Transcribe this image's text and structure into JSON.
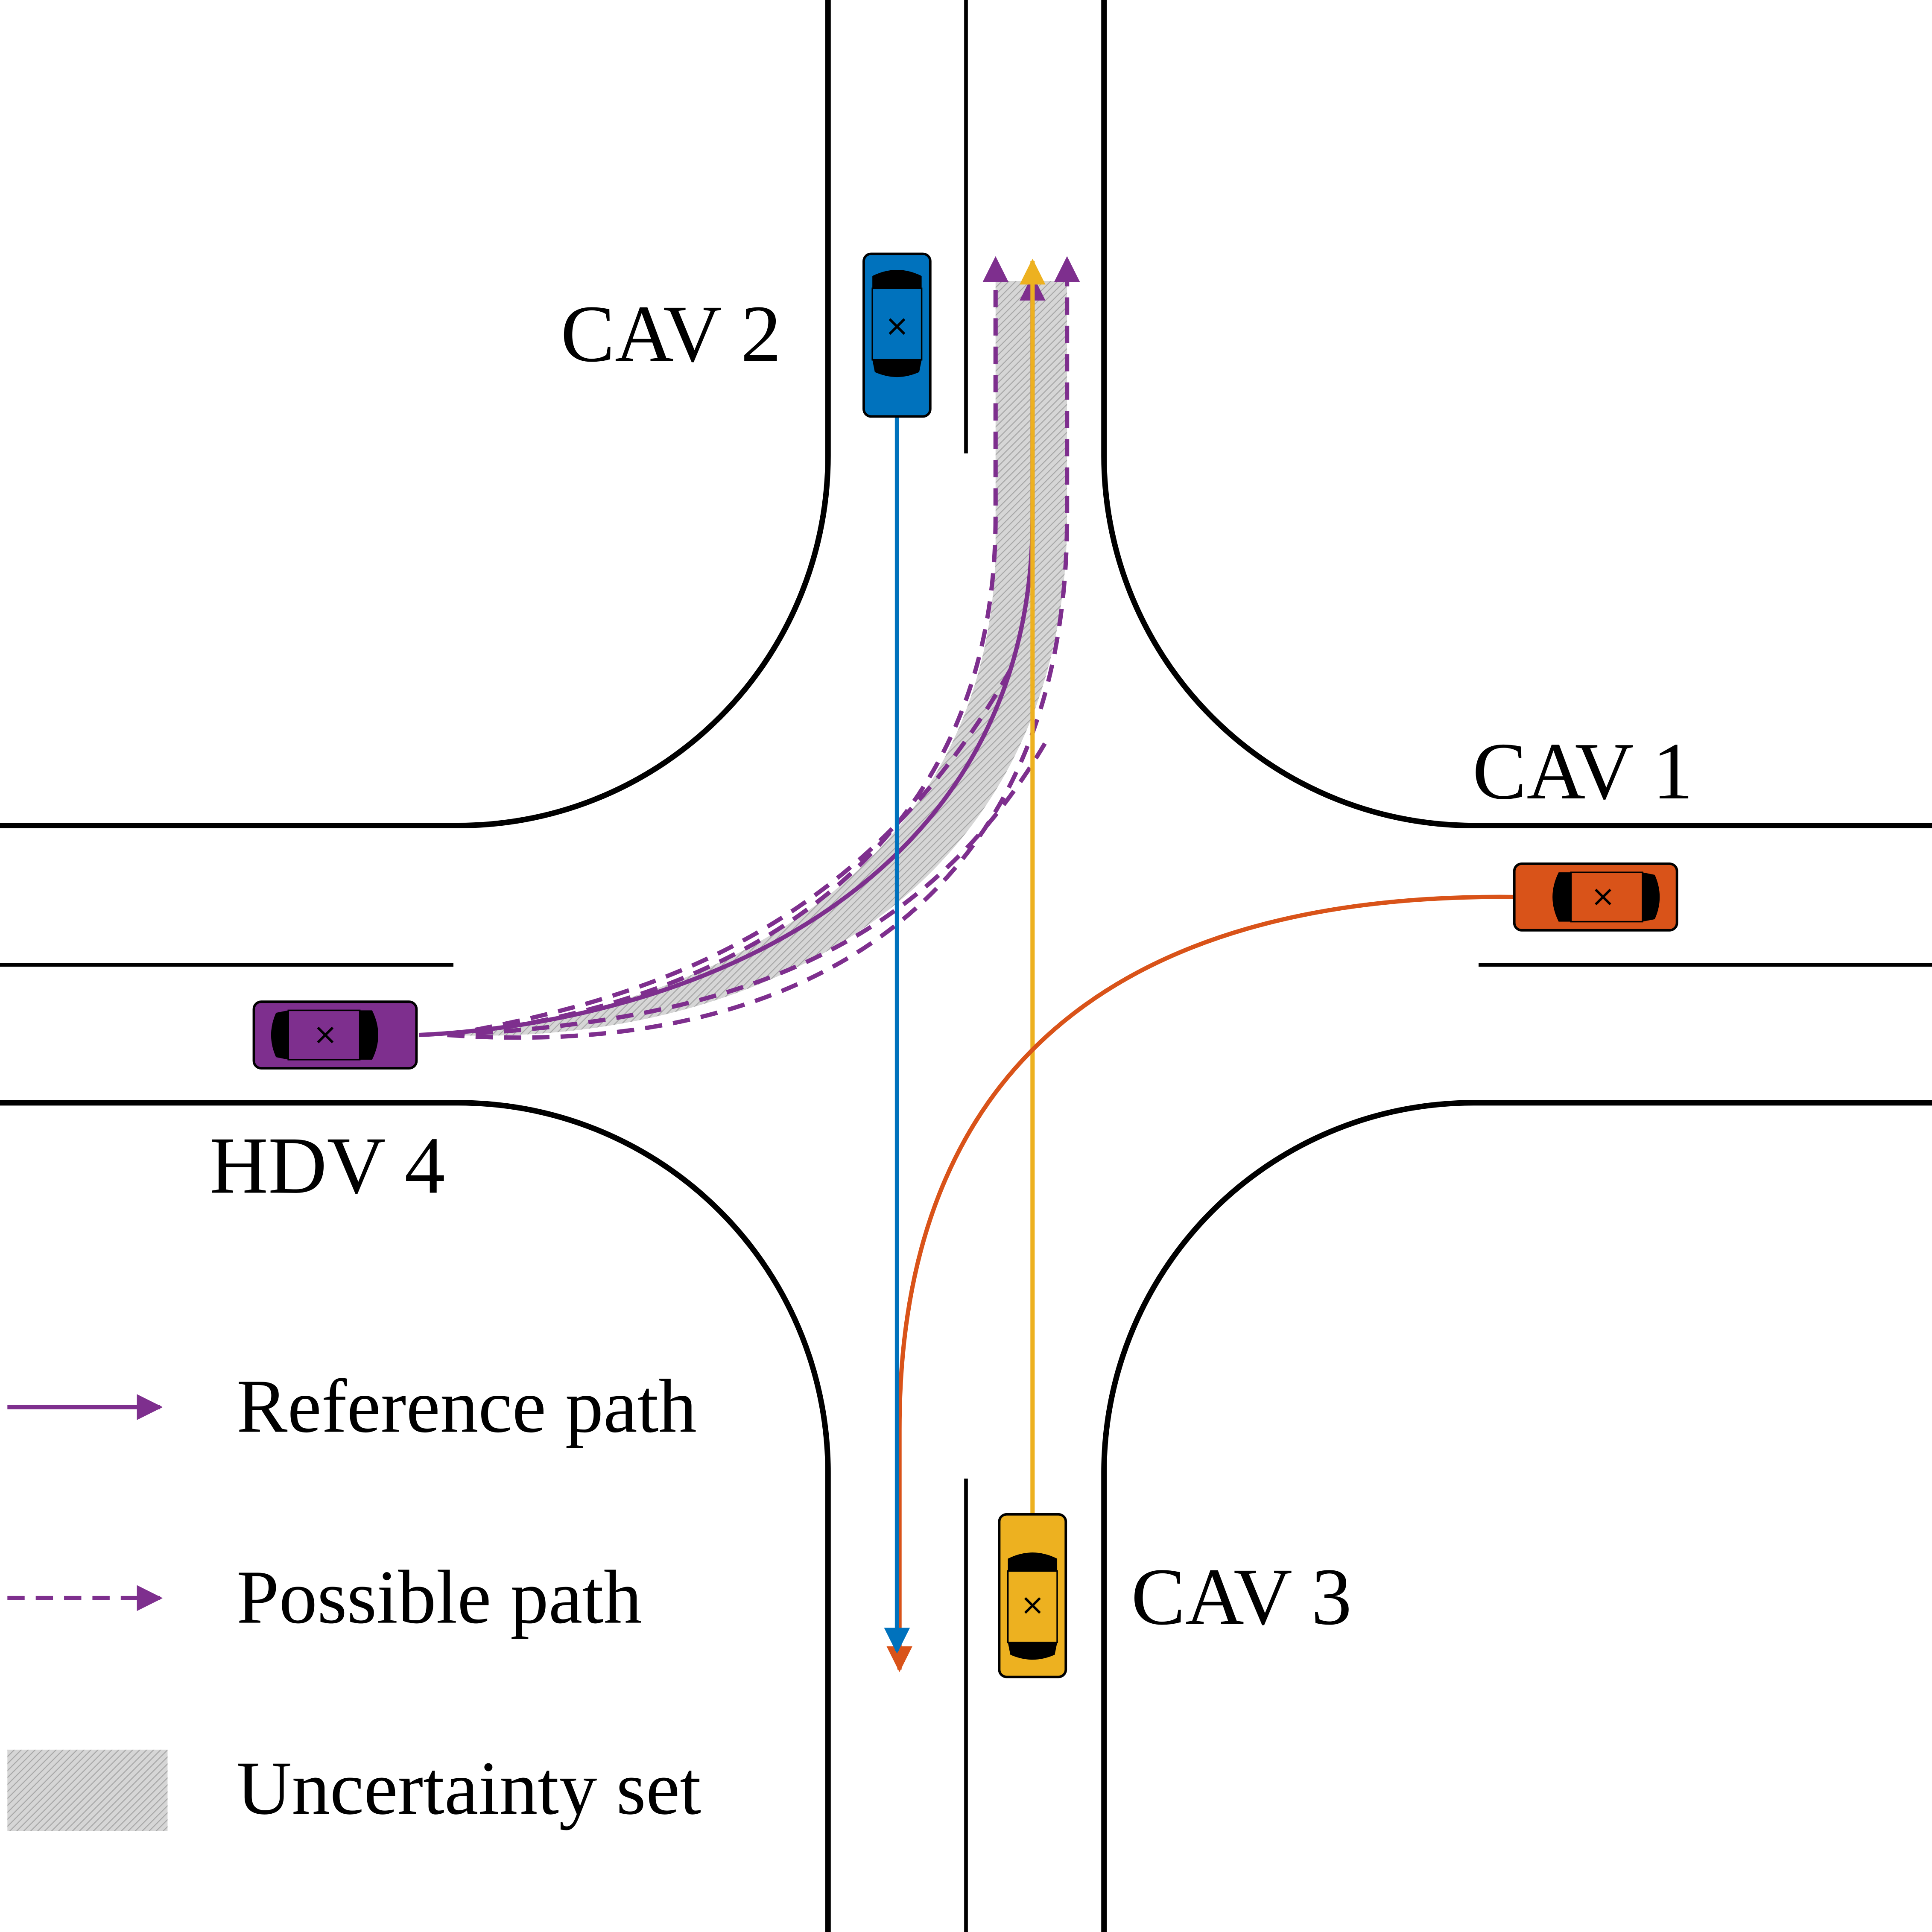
{
  "labels": {
    "cav1": "CAV 1",
    "cav2": "CAV 2",
    "cav3": "CAV 3",
    "hdv4": "HDV 4"
  },
  "legend": {
    "reference": "Reference path",
    "possible": "Possible path",
    "uncertainty": "Uncertainty set"
  },
  "colors": {
    "cav1": "#D95319",
    "cav2": "#0072BD",
    "cav3": "#EDB120",
    "hdv4": "#7E2F8E",
    "road": "#000000",
    "uncertainty": "#BDBDBD"
  }
}
